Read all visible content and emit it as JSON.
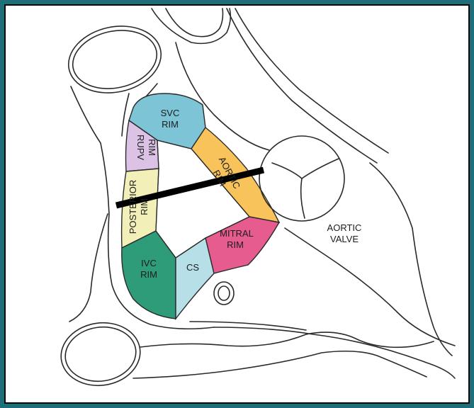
{
  "colors": {
    "frame": "#1f6f7a",
    "svc_rim": "#7cc4d6",
    "rupv_rim": "#dcc3e6",
    "posterior_rim": "#f3efb8",
    "aortic_rim": "#f7c35a",
    "mitral_rim": "#e65c8f",
    "ivc_rim": "#2e9c78",
    "cs": "#b7dfe8",
    "bar": "#000000"
  },
  "labels": {
    "svc_rim": [
      "SVC",
      "RIM"
    ],
    "rupv_rim": [
      "RUPV",
      "RIM"
    ],
    "posterior_rim": [
      "POSTERIOR",
      "RIM"
    ],
    "aortic_rim": [
      "AORTIC",
      "RIM"
    ],
    "mitral_rim": [
      "MITRAL",
      "RIM"
    ],
    "ivc_rim": [
      "IVC",
      "RIM"
    ],
    "cs": "CS",
    "aortic_valve": [
      "AORTIC",
      "VALVE"
    ]
  }
}
